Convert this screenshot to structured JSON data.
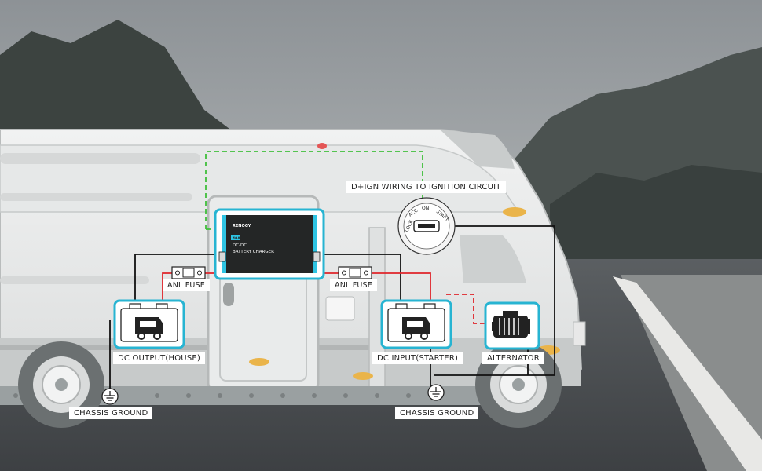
{
  "labels": {
    "dign": "D+IGN WIRING TO IGNITION CIRCUIT",
    "anl_fuse_left": "ANL FUSE",
    "anl_fuse_right": "ANL FUSE",
    "dc_output": "DC OUTPUT(HOUSE)",
    "dc_input": "DC INPUT(STARTER)",
    "alternator": "ALTERNATOR",
    "chassis_ground_left": "CHASSIS GROUND",
    "chassis_ground_right": "CHASSIS GROUND"
  },
  "charger": {
    "brand": "RENOGY",
    "rating": "40A",
    "line1": "DC-DC",
    "line2": "BATTERY CHARGER"
  },
  "ignition": {
    "lock": "LOCK",
    "acc": "ACC",
    "on": "ON",
    "start": "START"
  },
  "colors": {
    "accent_cyan": "#27b4d2",
    "positive_wire": "#e0242a",
    "negative_wire": "#111111",
    "ignition_wire": "#3fbf3a"
  }
}
